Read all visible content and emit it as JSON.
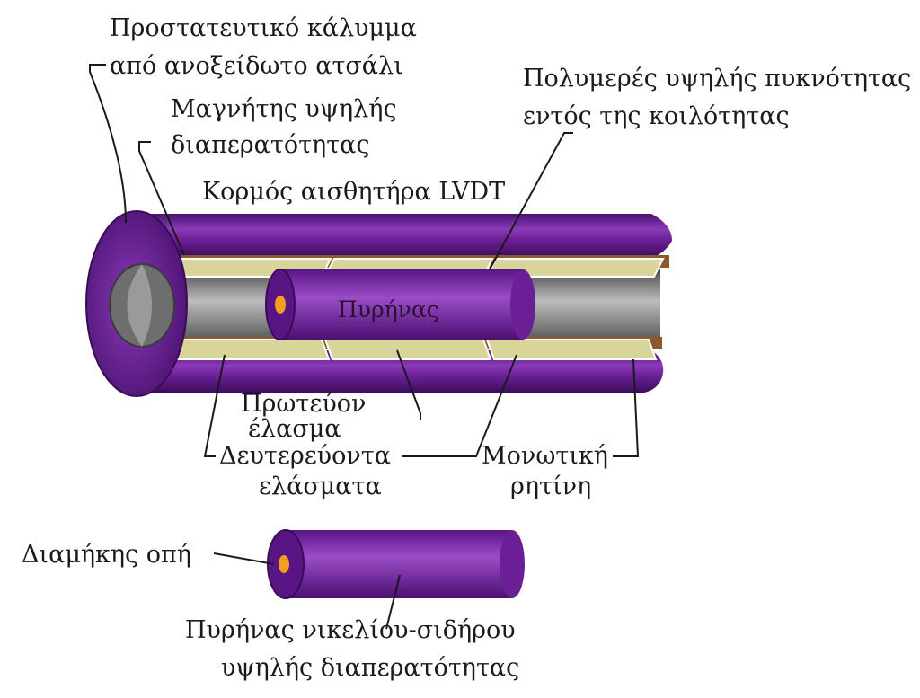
{
  "labels": {
    "cover_l1": "Προστατευτικό κάλυμμα",
    "cover_l2": "από ανοξείδωτο ατσάλι",
    "magnet_l1": "Μαγνήτης υψηλής",
    "magnet_l2": "διαπερατότητας",
    "polymer_l1": "Πολυμερές υψηλής πυκνότητας",
    "polymer_l2": "εντός της κοιλότητας",
    "body": "Κορμός αισθητήρα LVDT",
    "core_inside": "Πυρήνας",
    "primary_l1": "Πρωτεύον",
    "primary_l2": "έλασμα",
    "secondary_l1": "Δευτερεύοντα",
    "secondary_l2": "ελάσματα",
    "resin_l1": "Μονωτική",
    "resin_l2": "ρητίνη",
    "bore": "Διαμήκης οπή",
    "core_l1": "Πυρήνας νικελίου-σιδήρου",
    "core_l2": "υψηλής διαπερατότητας"
  },
  "colors": {
    "housing": "#6a1f96",
    "housing_light": "#8b3ab8",
    "housing_dark": "#3f0f5f",
    "inner_gray": "#8a8a8a",
    "winding": "#d9d49a",
    "insulation": "#8a5a2a",
    "bore_hole": "#f0a020"
  }
}
